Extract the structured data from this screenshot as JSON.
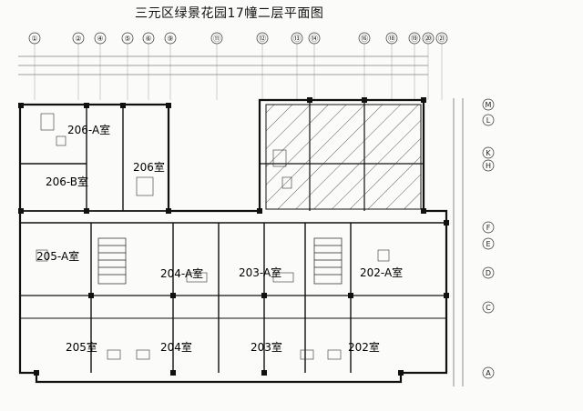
{
  "title": "三元区绿景花园17幢二层平面图",
  "axis_top": [
    "①",
    "②",
    "④",
    "⑤",
    "⑥",
    "⑨",
    "⑪",
    "⑫",
    "⑬",
    "⑭",
    "⑯",
    "⑱",
    "⑲",
    "⑳",
    "㉑"
  ],
  "axis_right": [
    "M",
    "L",
    "K",
    "H",
    "F",
    "E",
    "D",
    "C",
    "A"
  ],
  "rooms": [
    {
      "id": "206a",
      "label": "206-A室"
    },
    {
      "id": "206",
      "label": "206室"
    },
    {
      "id": "206b",
      "label": "206-B室"
    },
    {
      "id": "205a",
      "label": "205-A室"
    },
    {
      "id": "204a",
      "label": "204-A室"
    },
    {
      "id": "203a",
      "label": "203-A室"
    },
    {
      "id": "202a",
      "label": "202-A室"
    },
    {
      "id": "205",
      "label": "205室"
    },
    {
      "id": "204",
      "label": "204室"
    },
    {
      "id": "203",
      "label": "203室"
    },
    {
      "id": "202",
      "label": "202室"
    }
  ]
}
